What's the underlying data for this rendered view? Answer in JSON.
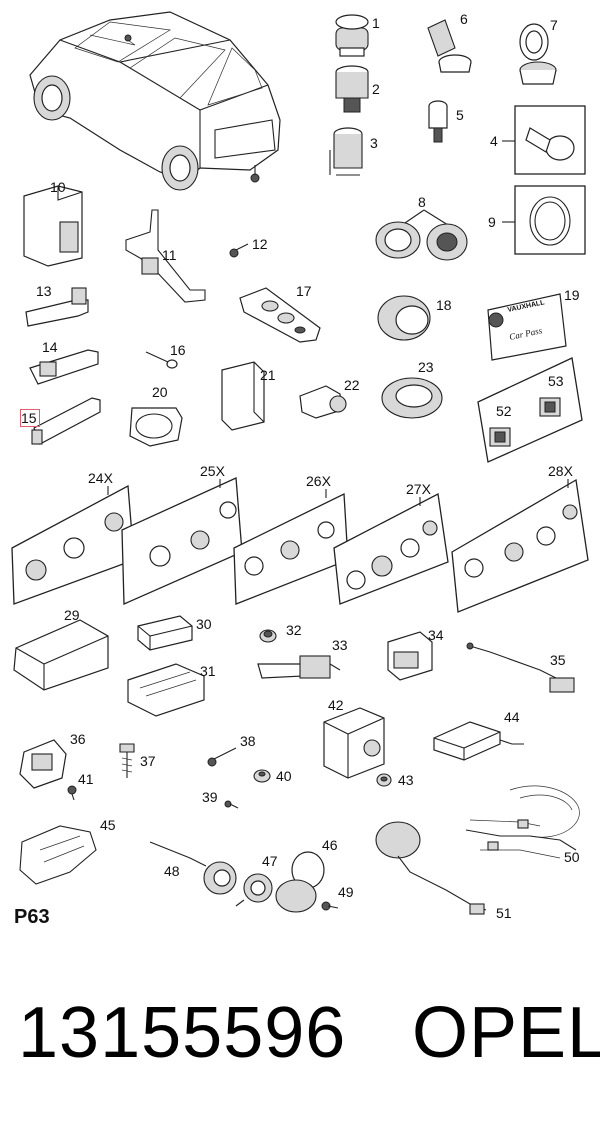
{
  "diagram": {
    "labels": {
      "p1": "1",
      "p2": "2",
      "p3": "3",
      "p4": "4",
      "p5": "5",
      "p6": "6",
      "p7": "7",
      "p8": "8",
      "p9": "9",
      "p10": "10",
      "p11": "11",
      "p12": "12",
      "p13": "13",
      "p14": "14",
      "p15": "15",
      "p16": "16",
      "p17": "17",
      "p18": "18",
      "p19": "19",
      "p20": "20",
      "p21": "21",
      "p22": "22",
      "p23": "23",
      "p24": "24X",
      "p25": "25X",
      "p26": "26X",
      "p27": "27X",
      "p28": "28X",
      "p29": "29",
      "p30": "30",
      "p31": "31",
      "p32": "32",
      "p33": "33",
      "p34": "34",
      "p35": "35",
      "p36": "36",
      "p37": "37",
      "p38": "38",
      "p39": "39",
      "p40": "40",
      "p41": "41",
      "p42": "42",
      "p43": "43",
      "p44": "44",
      "p45": "45",
      "p46": "46",
      "p47": "47",
      "p48": "48",
      "p49": "49",
      "p50": "50",
      "p51": "51",
      "p52": "52",
      "p53": "53"
    },
    "label_19_text_line1": "VAUXHALL",
    "label_19_text_line2": "Car Pass",
    "highlighted_part": "15",
    "highlight_color": "#e06070"
  },
  "section_code": "P63",
  "footer": {
    "part_number": "13155596",
    "brand": "OPEL"
  }
}
